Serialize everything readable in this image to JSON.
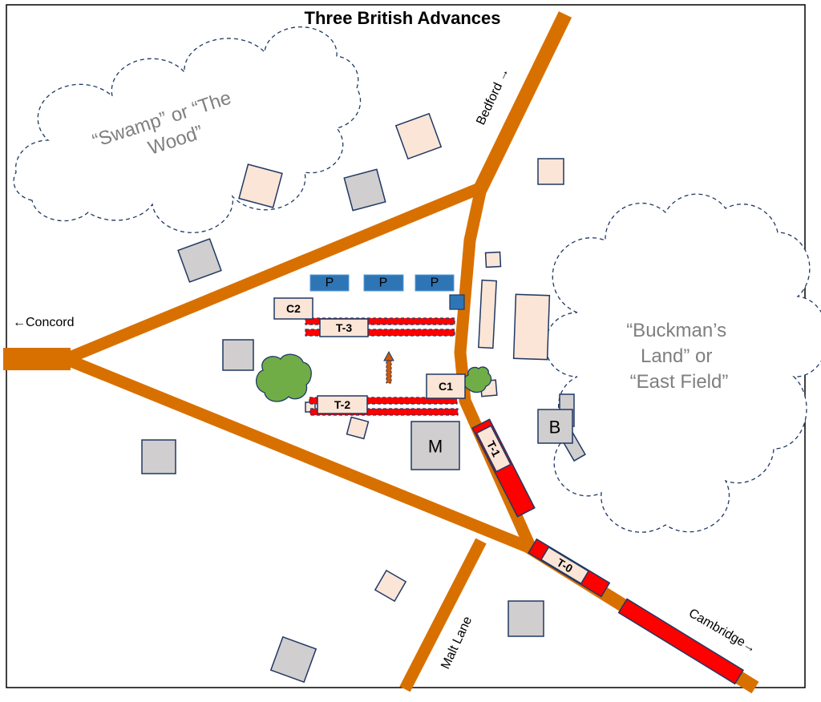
{
  "title": "Three British Advances",
  "roads": {
    "concord": "←Concord",
    "bedford": "Bedford →",
    "cambridge": "Cambridge→",
    "malt_lane": "Malt Lane"
  },
  "areas": {
    "swamp": [
      "“Swamp” or “The",
      "Wood”"
    ],
    "buckman": [
      "“Buckman’s",
      "Land” or",
      "“East Field”"
    ]
  },
  "units": {
    "p1": "P",
    "p2": "P",
    "p3": "P",
    "c1": "C1",
    "c2": "C2",
    "t0": "T-0",
    "t1": "T-1",
    "t2": "T-2",
    "t3": "T-3"
  },
  "buildings": {
    "m": "M",
    "b": "B"
  },
  "colors": {
    "road": "#D87000",
    "troops": "#FF0000",
    "provincials": "#2E75B6",
    "house": "#FBE5D6",
    "public": "#D0CECE",
    "tree": "#70AD47"
  }
}
